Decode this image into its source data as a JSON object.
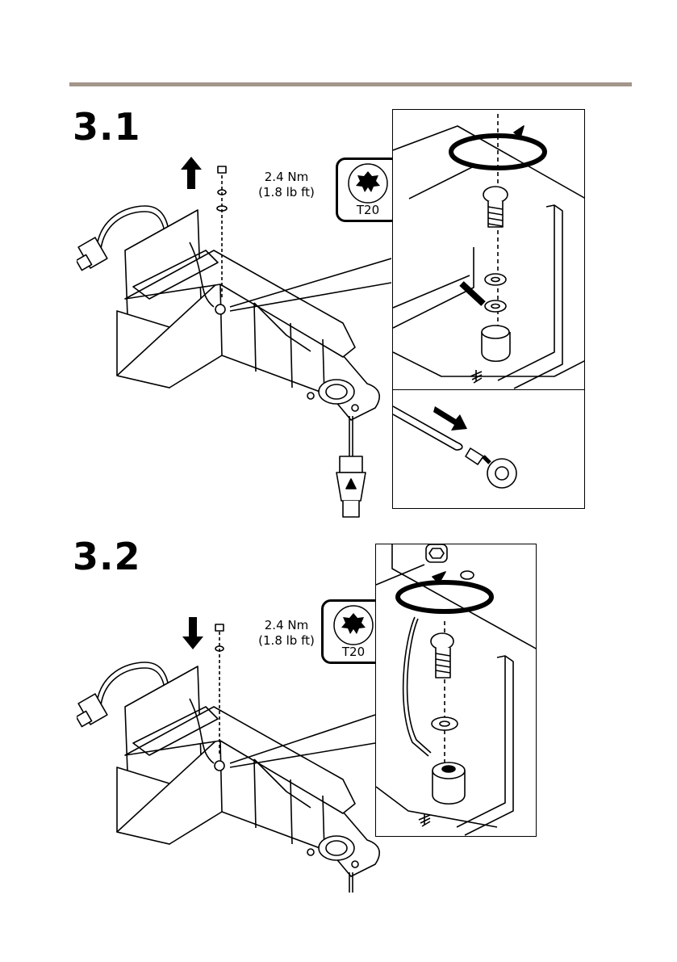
{
  "header": {
    "rule_color": "#a3958a"
  },
  "steps": [
    {
      "number": "3.1",
      "torque_line1": "2.4 Nm",
      "torque_line2": "(1.8 lb ft)",
      "tool": {
        "label": "T20",
        "icon": "torx-bit-icon"
      },
      "direction": "up-arrow-icon"
    },
    {
      "number": "3.2",
      "torque_line1": "2.4 Nm",
      "torque_line2": "(1.8 lb ft)",
      "tool": {
        "label": "T20",
        "icon": "torx-bit-icon"
      },
      "direction": "down-arrow-icon"
    }
  ]
}
